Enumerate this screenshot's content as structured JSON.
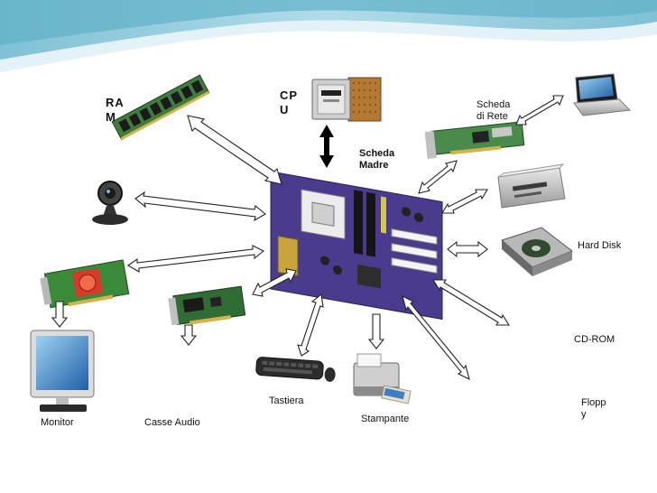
{
  "labels": {
    "ram": "RAM",
    "cpu": "CPU",
    "motherboard": "Scheda Madre",
    "network_card": "Scheda di Rete",
    "hard_disk": "Hard Disk",
    "cd_rom": "CD-ROM",
    "floppy": "Floppy",
    "monitor": "Monitor",
    "speakers": "Casse Audio",
    "keyboard": "Tastiera",
    "printer": "Stampante"
  },
  "colors": {
    "header_wave_top": "#7fc3d8",
    "header_wave_mid": "#b9e1ec",
    "header_wave_light": "#e6f4f8",
    "pcb_purple": "#4b3b8c",
    "arrow_stroke": "#222222",
    "arrow_fill": "#ffffff",
    "cpu_arrow": "#000000"
  }
}
